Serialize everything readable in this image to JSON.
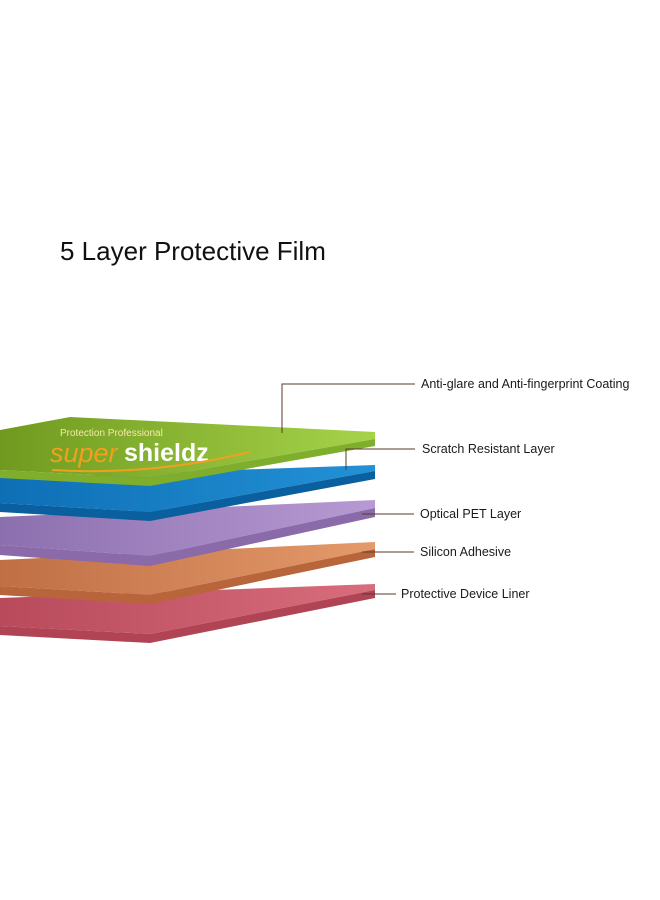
{
  "title": "5 Layer Protective Film",
  "brand": {
    "tagline": "Protection Professional",
    "name_part1": "super",
    "name_part2": "shieldz"
  },
  "layers": [
    {
      "label": "Anti-glare and Anti-fingerprint Coating",
      "color": "#8cc63f"
    },
    {
      "label": "Scratch Resistant Layer",
      "color": "#1c7fc4"
    },
    {
      "label": "Optical PET Layer",
      "color": "#a98ac6"
    },
    {
      "label": "Silicon Adhesive",
      "color": "#d98c5c"
    },
    {
      "label": "Protective Device Liner",
      "color": "#cf5f6e"
    }
  ],
  "colors": {
    "leader_line": "#5a3a2a",
    "brand_orange": "#f0a01e"
  }
}
